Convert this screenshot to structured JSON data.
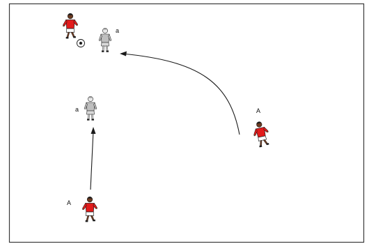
{
  "colors": {
    "attacker_shirt": "#e21b1b",
    "attacker_shorts": "#ffffff",
    "defender_kit": "#bfbfbf",
    "skin": "#6b3b22",
    "hair": "#1b1b1b",
    "outline": "#1a1a1a",
    "border": "#3a3a3a"
  },
  "players": [
    {
      "team": "attacker",
      "label": ""
    },
    {
      "team": "defender",
      "label": "a"
    },
    {
      "team": "defender",
      "label": "a"
    },
    {
      "team": "attacker",
      "label": "A"
    },
    {
      "team": "attacker",
      "label": "A"
    }
  ],
  "ball": {
    "icon": "soccer-ball-icon"
  },
  "movements": [
    {
      "type": "curved-run",
      "icon": "arrow"
    },
    {
      "type": "straight-run",
      "icon": "arrow"
    }
  ]
}
